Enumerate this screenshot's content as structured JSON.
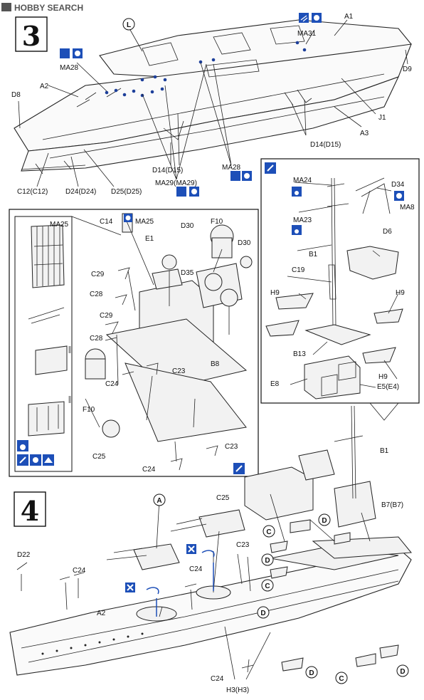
{
  "watermark": {
    "text": "HOBBY SEARCH"
  },
  "colors": {
    "accent_blue": "#1d4fb8",
    "line": "#222222",
    "paper": "#ffffff"
  },
  "step3": {
    "number": "3",
    "labels": [
      "L",
      "A1",
      "MA31",
      "D9",
      "D8",
      "A2",
      "MA28",
      "J1",
      "A3",
      "D14(D15)",
      "C12(C12)",
      "D24(D24)",
      "D25(D25)",
      "D14(D15)",
      "MA29(MA29)",
      "MA28"
    ],
    "inset_mast": [
      "MA24",
      "D34",
      "MA8",
      "MA23",
      "D6",
      "B1",
      "C19",
      "H9",
      "H9",
      "B13",
      "H9",
      "E8",
      "E5(E4)"
    ],
    "inset_bridge": [
      "C14",
      "MA25",
      "D30",
      "F10",
      "D30",
      "E1",
      "D35",
      "C29",
      "C28",
      "C29",
      "C28",
      "B8",
      "C23",
      "C24",
      "F10",
      "C25",
      "C23",
      "C24"
    ],
    "inset_platform": [
      "MA25"
    ]
  },
  "step4": {
    "number": "4",
    "labels": [
      "A",
      "C25",
      "B1",
      "B7(B7)",
      "D",
      "C",
      "D",
      "D22",
      "C24",
      "C23",
      "C24",
      "C",
      "D",
      "A2",
      "C24",
      "H3(H3)",
      "D",
      "C",
      "D"
    ]
  },
  "icons": [
    "paint-icon",
    "color-chip-icon",
    "navy-blue-icon",
    "cement-icon",
    "glue-icon",
    "drill-icon"
  ]
}
